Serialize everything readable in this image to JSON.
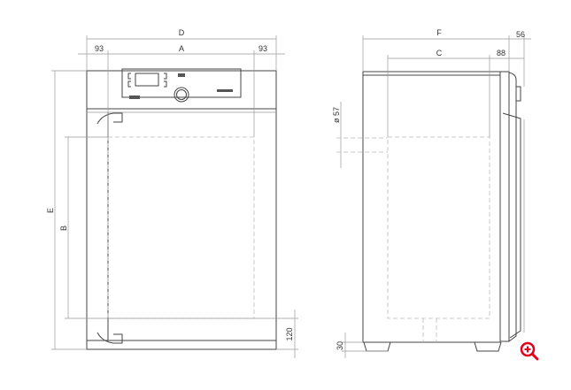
{
  "front_view": {
    "dim_D": "D",
    "dim_A": "A",
    "dim_left_93": "93",
    "dim_right_93": "93",
    "dim_E": "E",
    "dim_B": "B",
    "dim_120": "120"
  },
  "side_view": {
    "dim_F": "F",
    "dim_56": "56",
    "dim_C": "C",
    "dim_88": "88",
    "dim_diameter_57": "ø 57",
    "dim_30": "30"
  },
  "zoom_icon": {
    "name": "zoom-in-icon",
    "color": "#e2001a"
  }
}
